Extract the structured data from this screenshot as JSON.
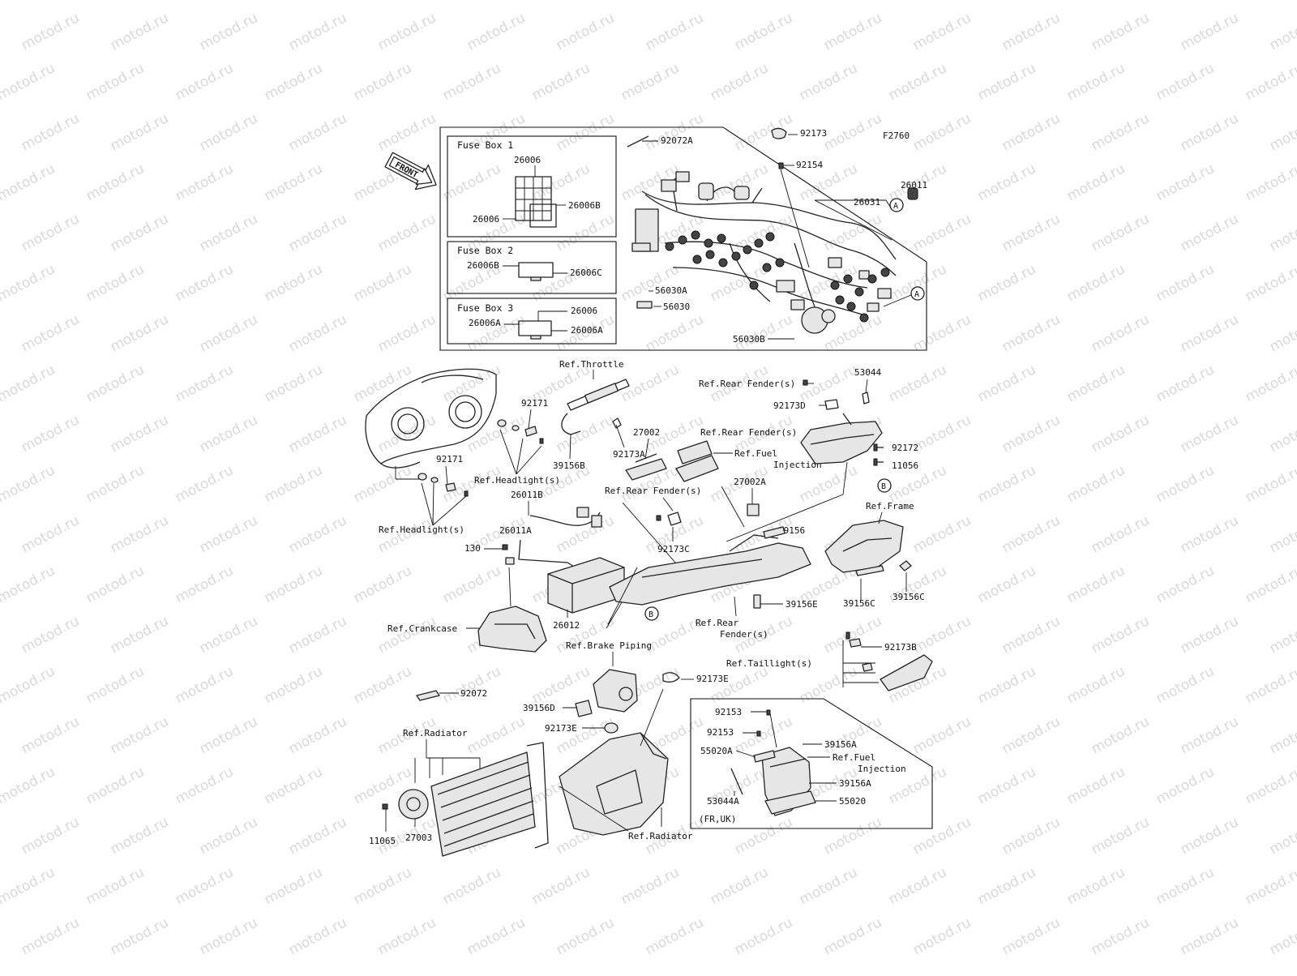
{
  "diagram": {
    "code": "F2760",
    "front_arrow": "FRONT",
    "watermark": "motod.ru",
    "fuse_boxes": [
      {
        "title": "Fuse Box 1",
        "parts": [
          "26006",
          "26006B",
          "26006"
        ]
      },
      {
        "title": "Fuse Box 2",
        "parts": [
          "26006B",
          "26006C"
        ]
      },
      {
        "title": "Fuse Box 3",
        "parts": [
          "26006",
          "26006A",
          "26006A"
        ]
      }
    ],
    "callouts": {
      "A": "A",
      "B": "B"
    },
    "harness_labels": [
      "92072A",
      "92173",
      "92154",
      "26011",
      "26031",
      "56030A",
      "56030",
      "56030B"
    ],
    "parts": [
      "53044",
      "92173D",
      "92172",
      "11056",
      "92171",
      "92171",
      "39156B",
      "92173A",
      "27002",
      "27002A",
      "26011B",
      "26011A",
      "130",
      "92173C",
      "39156",
      "39156C",
      "39156C",
      "39156E",
      "26012",
      "92173B",
      "92072",
      "92173E",
      "39156D",
      "92173E",
      "11065",
      "27003"
    ],
    "refs": [
      "Ref.Throttle",
      "Ref.Rear Fender(s)",
      "Ref.Rear Fender(s)",
      "Ref.Fuel",
      "Injection",
      "Ref.Headlight(s)",
      "Ref.Headlight(s)",
      "Ref.Rear Fender(s)",
      "Ref.Frame",
      "Ref.Crankcase",
      "Ref.Rear",
      "Fender(s)",
      "Ref.Brake Piping",
      "Ref.Taillight(s)",
      "Ref.Radiator",
      "Ref.Radiator"
    ],
    "inset": {
      "parts": [
        "92153",
        "92153",
        "39156A",
        "55020A",
        "Ref.Fuel",
        "Injection",
        "39156A",
        "53044A",
        "55020"
      ],
      "market": "(FR,UK)"
    }
  }
}
